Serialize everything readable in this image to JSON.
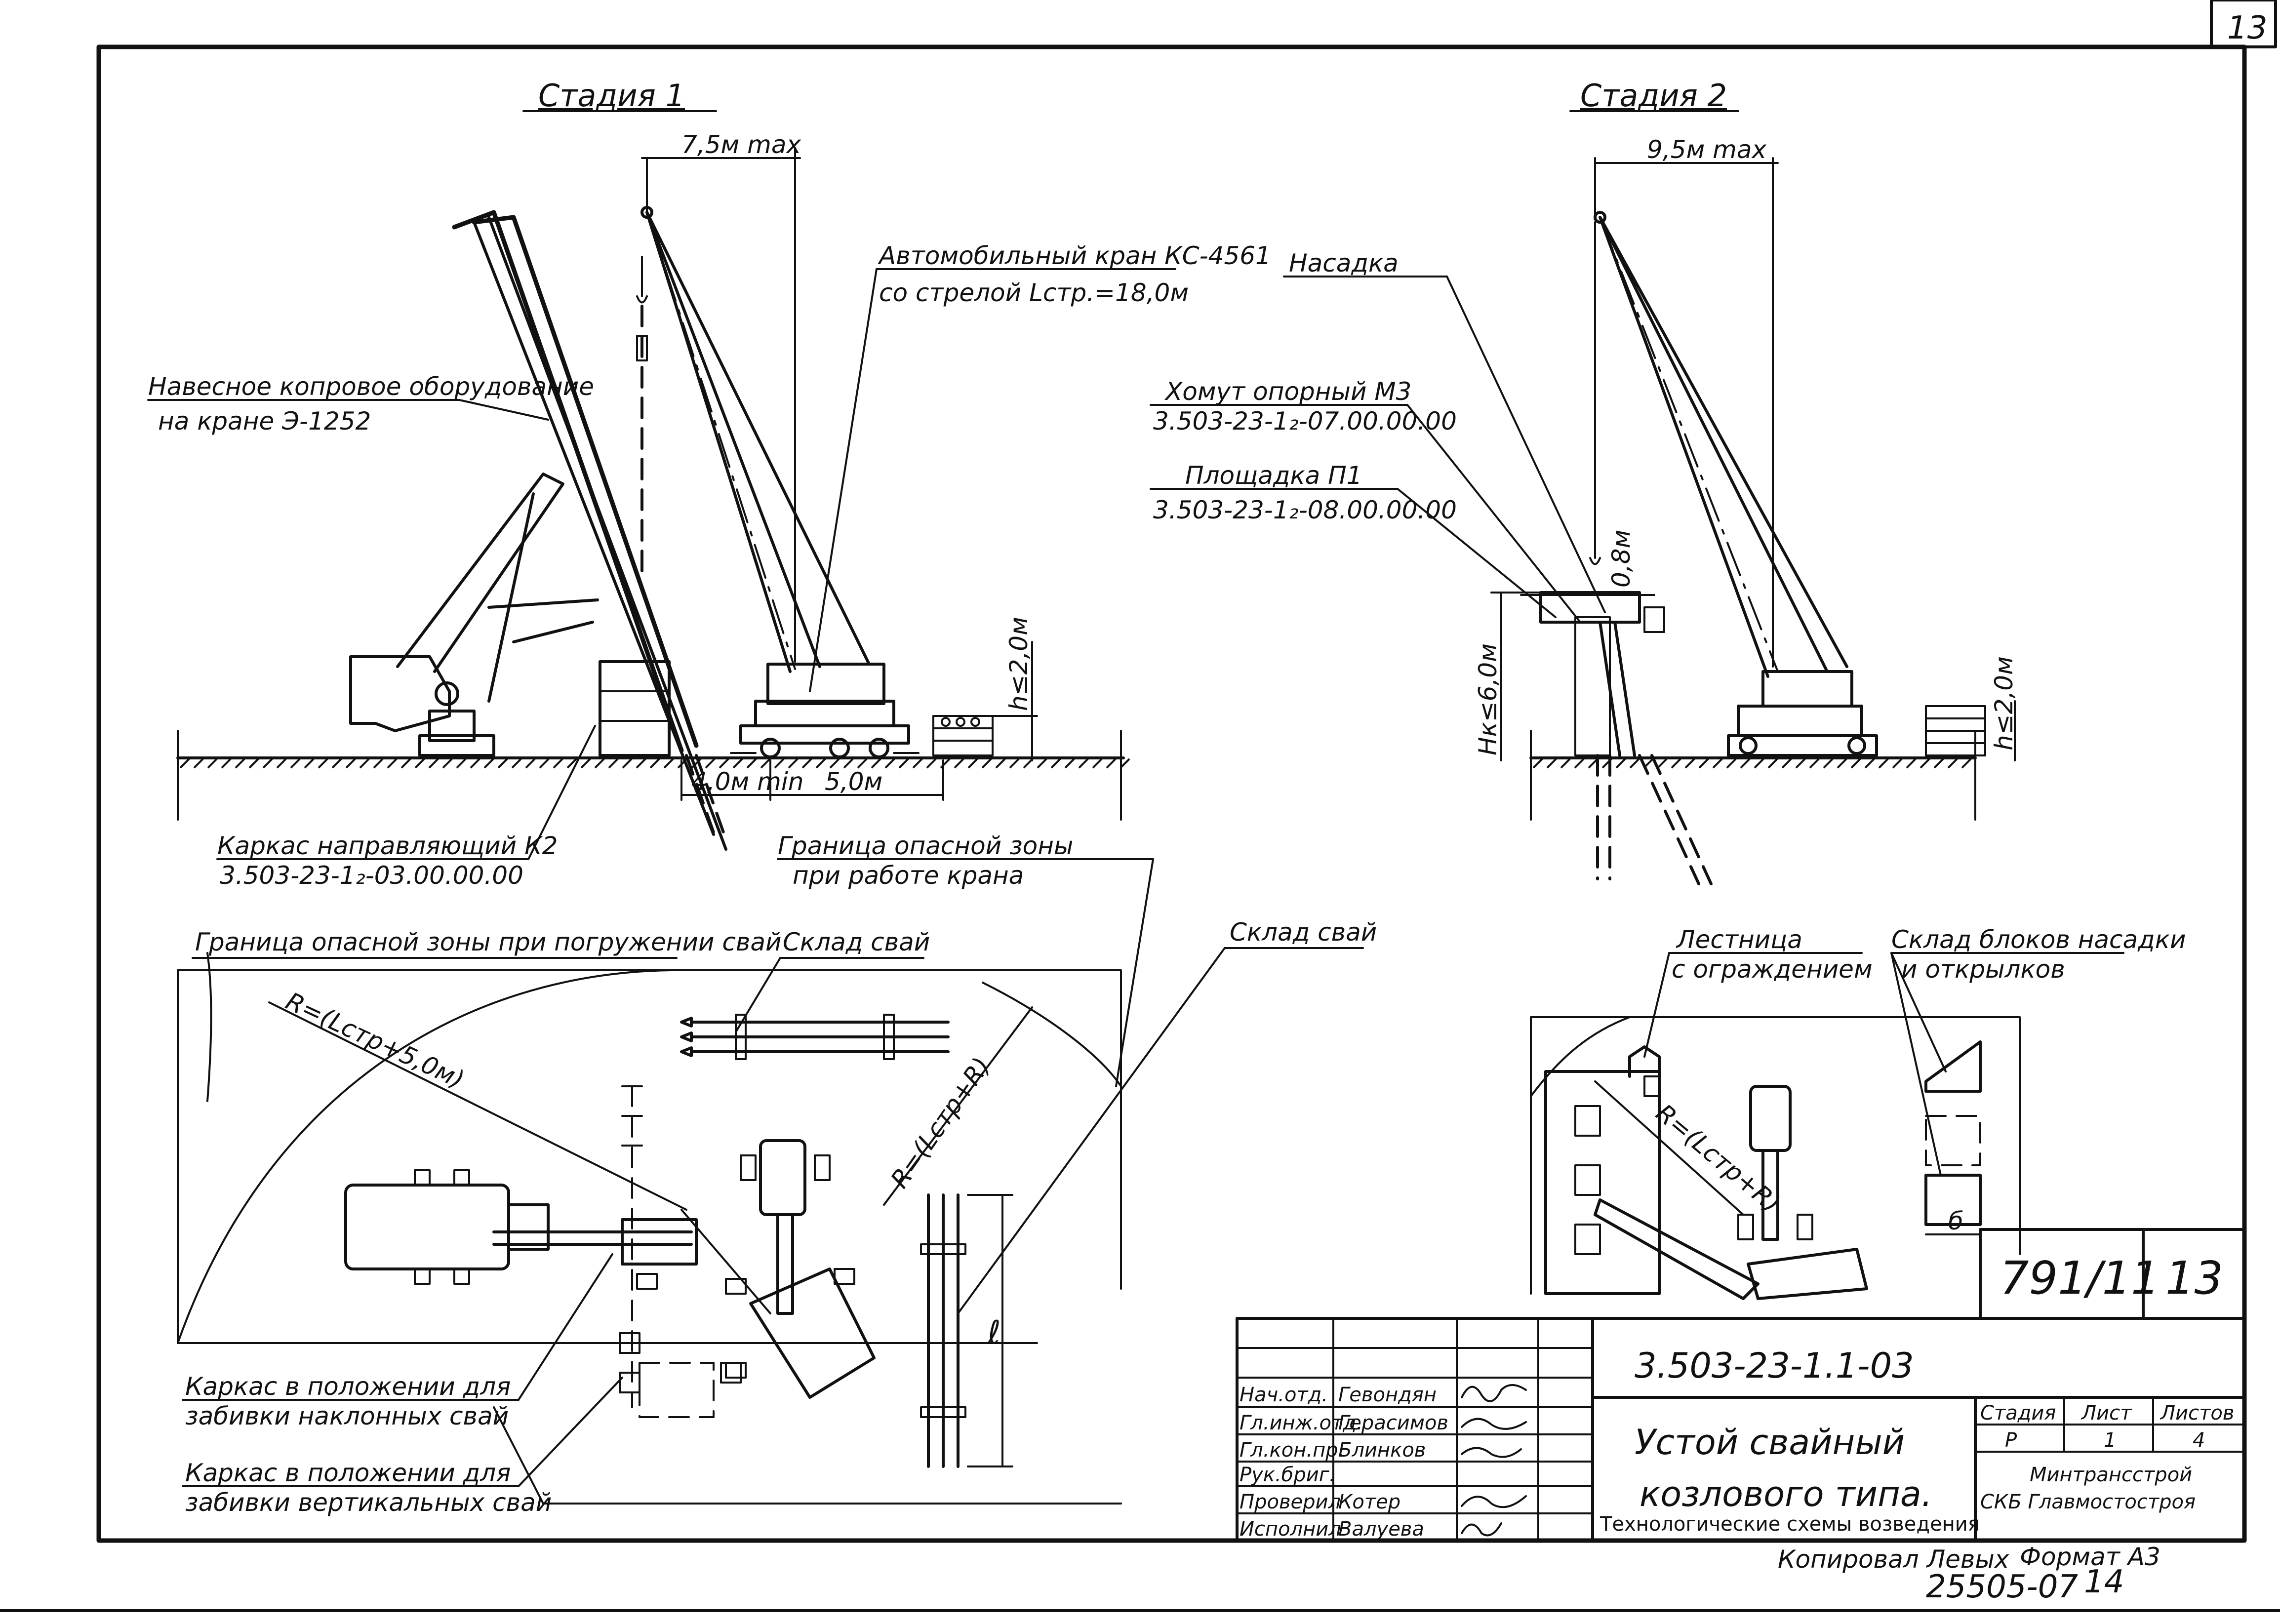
{
  "sheet": {
    "sheet_number": "13",
    "copied_by": "Копировал Левых",
    "format": "Формат А3",
    "archive_number": "25505-07",
    "archive_sheet": "14"
  },
  "stage1": {
    "title": "Стадия 1",
    "dim_reach": "7,5м max",
    "dim_min": "4,0м min",
    "dim_5m": "5,0м",
    "dim_h": "h≤2,0м",
    "crane_label_1": "Автомобильный кран КС-4561",
    "crane_label_2": "со стрелой Lстр.=18,0м",
    "pile_driver_label_1": "Навесное копровое оборудование",
    "pile_driver_label_2": "на кране Э-1252",
    "frame_label_1": "Каркас направляющий К2",
    "frame_label_2": "3.503-23-1₂-03.00.00.00",
    "danger_crane_1": "Граница опасной зоны",
    "danger_crane_2": "при работе крана"
  },
  "stage2": {
    "title": "Стадия 2",
    "dim_reach": "9,5м max",
    "dim_hk": "Hк≤6,0м",
    "dim_08": "0,8м",
    "dim_h": "h≤2,0м",
    "cap_label": "Насадка",
    "clamp_label_1": "Хомут опорный М3",
    "clamp_label_2": "3.503-23-1₂-07.00.00.00",
    "platform_label_1": "Площадка П1",
    "platform_label_2": "3.503-23-1₂-08.00.00.00"
  },
  "plan1": {
    "danger_piles": "Граница опасной зоны при погружении свай",
    "pile_storage_1": "Склад свай",
    "pile_storage_2": "Склад свай",
    "radius_1": "R=(Lстр+5,0м)",
    "radius_2": "R=(Lстр+R)",
    "dim_l": "ℓ",
    "frame_inclined_1": "Каркас в положении для",
    "frame_inclined_2": "забивки наклонных свай",
    "frame_vertical_1": "Каркас в положении для",
    "frame_vertical_2": "забивки вертикальных свай"
  },
  "plan2": {
    "ladder_1": "Лестница",
    "ladder_2": "с ограждением",
    "storage_1": "Склад блоков насадки",
    "storage_2": "и открылков",
    "radius": "R=(Lстр+R)",
    "dim_b": "б"
  },
  "stamp": {
    "code_box": "791/11",
    "sheet_box": "13",
    "doc_code": "3.503-23-1.1-03",
    "title_1": "Устой свайный",
    "title_2": "козлового типа.",
    "subtitle": "Технологические схемы возведения",
    "stage_header": "Стадия",
    "sheet_header": "Лист",
    "sheets_header": "Листов",
    "stage_value": "Р",
    "sheet_value": "1",
    "sheets_value": "4",
    "org_1": "Минтрансстрой",
    "org_2": "СКБ Главмостостроя",
    "roles": [
      {
        "role": "Нач.отд.",
        "name": "Гевондян"
      },
      {
        "role": "Гл.инж.отд.",
        "name": "Герасимов"
      },
      {
        "role": "Гл.кон.пр.",
        "name": "Блинков"
      },
      {
        "role": "Рук.бриг.",
        "name": ""
      },
      {
        "role": "Проверил",
        "name": "Котер"
      },
      {
        "role": "Исполнил",
        "name": "Валуева"
      }
    ]
  }
}
